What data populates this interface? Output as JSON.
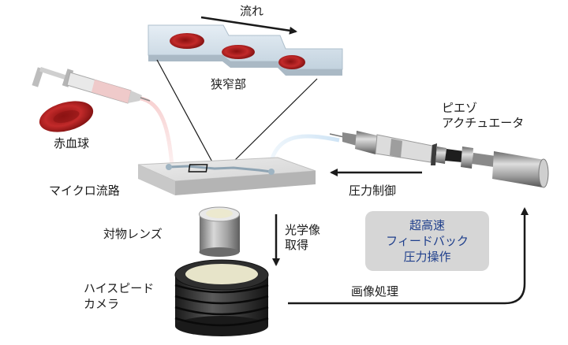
{
  "labels": {
    "flow": "流れ",
    "narrow": "狭窄部",
    "rbc": "赤血球",
    "chip": "マイクロ流路",
    "objective": "対物レンズ",
    "image_acq_1": "光学像",
    "image_acq_2": "取得",
    "camera_1": "ハイスピード",
    "camera_2": "カメラ",
    "image_proc": "画像処理",
    "piezo_1": "ピエゾ",
    "piezo_2": "アクチュエータ",
    "pressure_ctrl": "圧力制御"
  },
  "feedback_box": {
    "line1": "超高速",
    "line2": "フィードバック",
    "line3": "圧力操作"
  },
  "colors": {
    "cell": "#a61c1c",
    "text_accent": "#1f3f8c",
    "box_fill": "#d6d6d6",
    "tube_left": "#f2b8b8",
    "tube_right": "#bcd8ef"
  }
}
